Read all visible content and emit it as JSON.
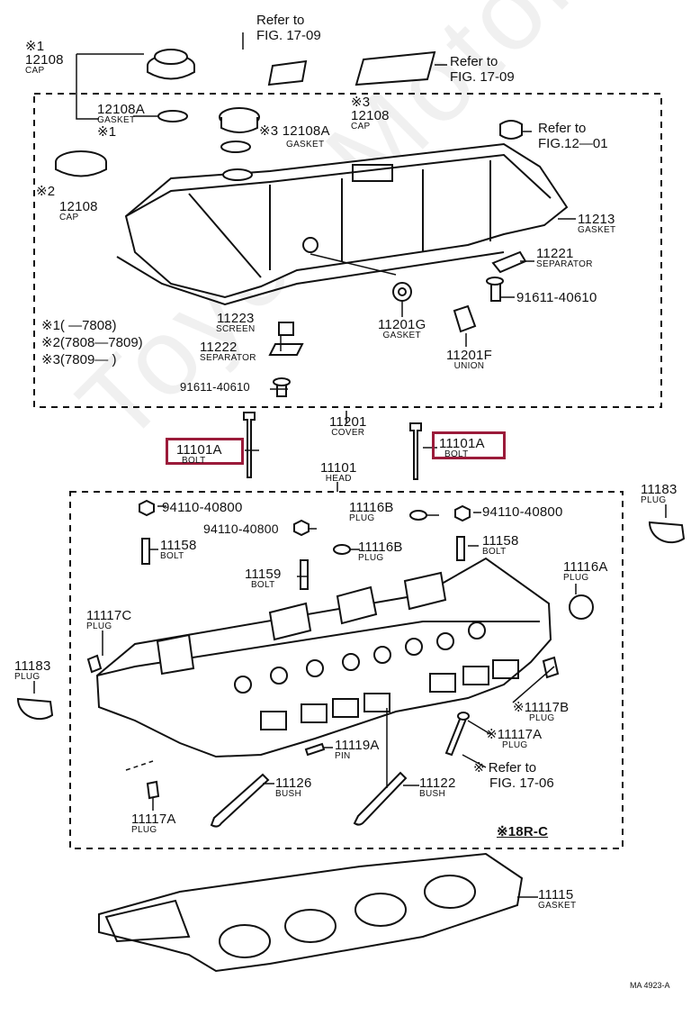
{
  "watermark": "ToyotaMotor.ru",
  "labels": {
    "p12108_a": {
      "mark": "※1",
      "num": "12108",
      "name": "CAP"
    },
    "p12108a_a": {
      "num": "12108A",
      "name": "GASKET",
      "mark": "※1"
    },
    "p12108_b": {
      "mark": "※2",
      "num": "12108",
      "name": "CAP"
    },
    "p12108_c": {
      "mark": "※3",
      "num": "12108",
      "name": "CAP"
    },
    "p12108a_c": {
      "mark": "※3",
      "num": "12108A",
      "name": "GASKET"
    },
    "ref1709_a": {
      "l1": "Refer to",
      "l2": "FIG. 17-09"
    },
    "ref1709_b": {
      "l1": "Refer to",
      "l2": "FIG. 17-09"
    },
    "ref1201": {
      "l1": "Refer to",
      "l2": "FIG.12—01"
    },
    "p11213": {
      "num": "11213",
      "name": "GASKET"
    },
    "p11221": {
      "num": "11221",
      "name": "SEPARATOR"
    },
    "p91611_a": {
      "num": "91611-40610"
    },
    "p11223": {
      "num": "11223",
      "name": "SCREEN"
    },
    "p11222": {
      "num": "11222",
      "name": "SEPARATOR"
    },
    "p91611_b": {
      "num": "91611-40610"
    },
    "p11201g": {
      "num": "11201G",
      "name": "GASKET"
    },
    "p11201f": {
      "num": "11201F",
      "name": "UNION"
    },
    "p11201": {
      "num": "11201",
      "name": "COVER"
    },
    "p11101a_l": {
      "num": "11101A",
      "name": "BOLT"
    },
    "p11101a_r": {
      "num": "11101A",
      "name": "BOLT"
    },
    "p11101": {
      "num": "11101",
      "name": "HEAD"
    },
    "p11183_r": {
      "num": "11183",
      "name": "PLUG"
    },
    "p11183_l": {
      "num": "11183",
      "name": "PLUG"
    },
    "p94110_a": {
      "num": "94110-40800"
    },
    "p94110_b": {
      "num": "94110-40800"
    },
    "p94110_c": {
      "num": "94110-40800"
    },
    "p11116b_a": {
      "num": "11116B",
      "name": "PLUG"
    },
    "p11116b_b": {
      "num": "11116B",
      "name": "PLUG"
    },
    "p11158_l": {
      "num": "11158",
      "name": "BOLT"
    },
    "p11158_r": {
      "num": "11158",
      "name": "BOLT"
    },
    "p11159": {
      "num": "11159",
      "name": "BOLT"
    },
    "p11116a": {
      "num": "11116A",
      "name": "PLUG"
    },
    "p11117c": {
      "num": "11117C",
      "name": "PLUG"
    },
    "p11117b": {
      "mark": "※",
      "num": "11117B",
      "name": "PLUG"
    },
    "p11117a_r": {
      "mark": "※",
      "num": "11117A",
      "name": "PLUG"
    },
    "ref1706": {
      "l1": "Refer to",
      "l2": "FIG. 17-06"
    },
    "p11119a": {
      "num": "11119A",
      "name": "PIN"
    },
    "p11126": {
      "num": "11126",
      "name": "BUSH"
    },
    "p11122": {
      "num": "11122",
      "name": "BUSH"
    },
    "p11117a_l": {
      "num": "11117A",
      "name": "PLUG"
    },
    "engine": "※18R-C",
    "p11115": {
      "num": "11115",
      "name": "GASKET"
    },
    "footer": "MA 4923-A"
  },
  "legend": {
    "l1": {
      "mark": "※1",
      "range": "(      —7808)"
    },
    "l2": {
      "mark": "※2",
      "range": "(7808—7809)"
    },
    "l3": {
      "mark": "※3",
      "range": "(7809—        )"
    }
  },
  "highlight_color": "#9b1b3a"
}
